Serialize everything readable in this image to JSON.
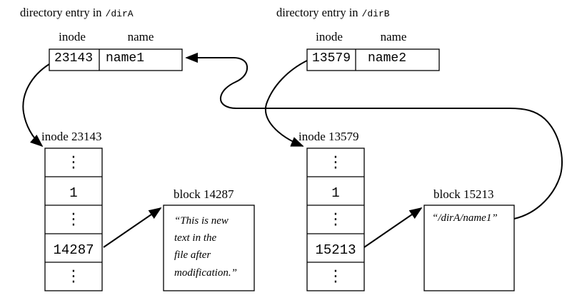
{
  "dirA_entry": {
    "title_text": "directory entry in",
    "title_path": "/dirA",
    "header_inode": "inode",
    "header_name": "name",
    "inode": "23143",
    "name": "name1"
  },
  "dirB_entry": {
    "title_text": "directory entry in",
    "title_path": "/dirB",
    "header_inode": "inode",
    "header_name": "name",
    "inode": "13579",
    "name": "name2"
  },
  "inodeA": {
    "label": "inode 23143",
    "rows": [
      "⋮",
      "1",
      "⋮",
      "14287",
      "⋮"
    ]
  },
  "inodeB": {
    "label": "inode 13579",
    "rows": [
      "⋮",
      "1",
      "⋮",
      "15213",
      "⋮"
    ]
  },
  "blockA": {
    "label": "block 14287",
    "lines": [
      "“This is new",
      "text in the",
      "file after",
      "modification.”"
    ]
  },
  "blockB": {
    "label": "block 15213",
    "text": "“/dirA/name1”"
  },
  "colors": {
    "ink": "#000000",
    "background": "#ffffff"
  }
}
